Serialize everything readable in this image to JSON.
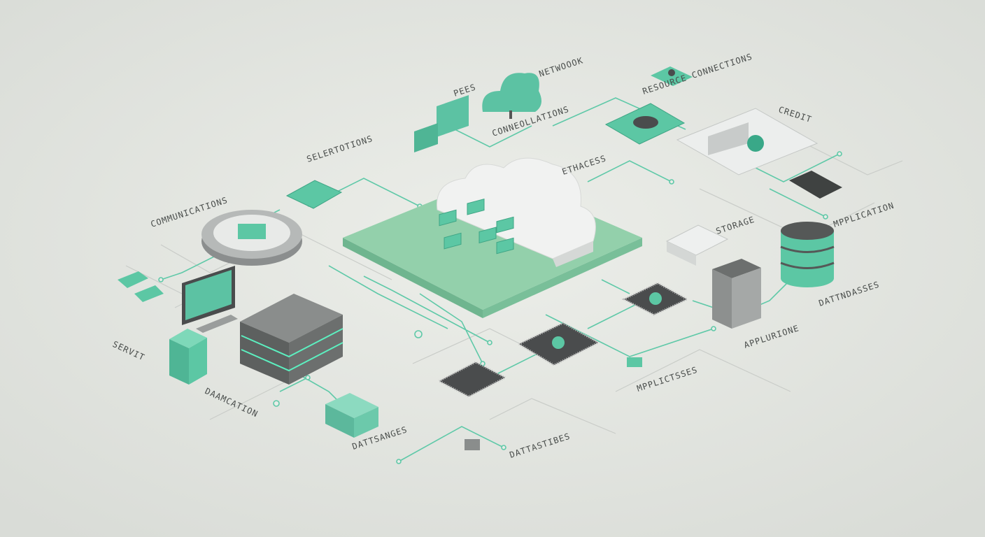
{
  "colors": {
    "background": "#e4e6e1",
    "accent_teal": "#5cc2a3",
    "slab_green": "#8fcfa8",
    "dark_chip": "#4a4c4d",
    "cloud_white": "#f2f3f2"
  },
  "labels": [
    "NETWOOOK",
    "PEES",
    "CONNEOLLATIONS",
    "RESOURCE CONNECTIONS",
    "SELERTOTIONS",
    "COMMUNICATIONS",
    "ETHACESS",
    "CREDIT",
    "MPPLICATION",
    "STORAGE",
    "DATTNDASSES",
    "APPLURIONE",
    "MPPLICTSSES",
    "SERVIT",
    "DAAMCATION",
    "DATTSANGES",
    "DATTASTIBES"
  ]
}
